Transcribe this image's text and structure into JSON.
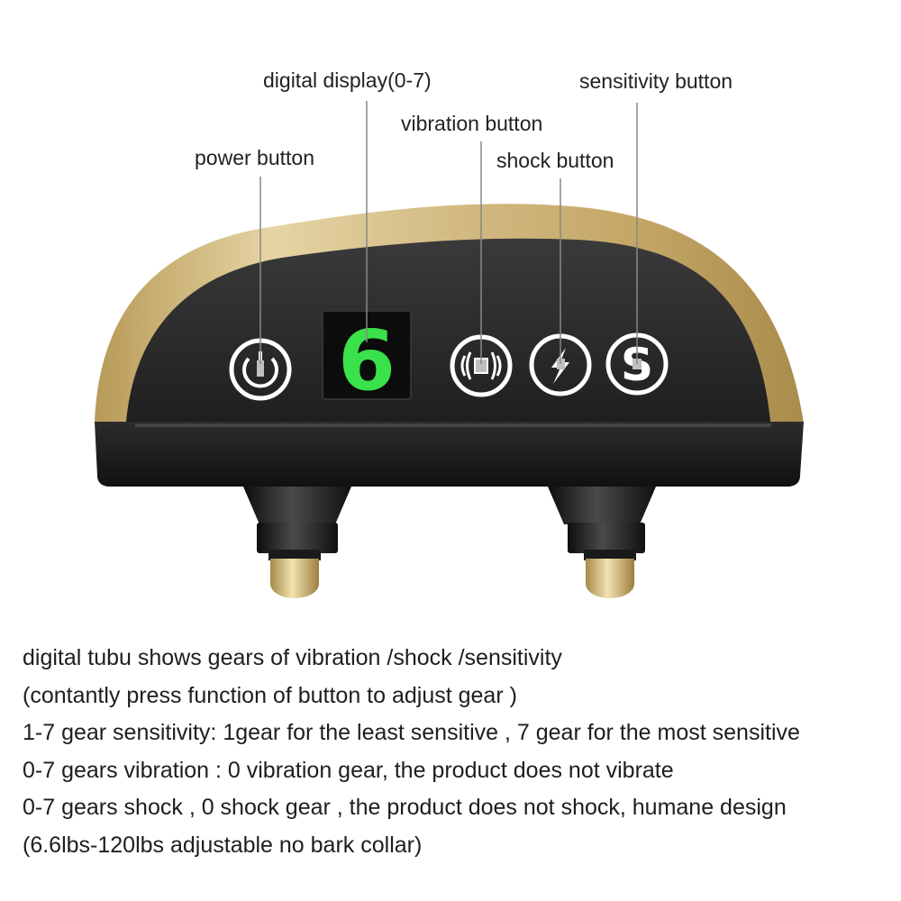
{
  "labels": {
    "digital_display": "digital display(0-7)",
    "sensitivity_button": "sensitivity button",
    "vibration_button": "vibration button",
    "power_button": "power button",
    "shock_button": "shock button"
  },
  "display": {
    "value": "6",
    "color": "#39e24a"
  },
  "icons": {
    "power": "power-icon",
    "vibration": "vibration-icon",
    "shock": "lightning-icon",
    "sensitivity": "s-letter-icon"
  },
  "colors": {
    "gold_shell": "#c9ad6c",
    "face": "#2b2b2b",
    "base": "#1c1c1c",
    "probe_tip": "#d9c07d"
  },
  "description": [
    "digital tubu shows gears of vibration /shock /sensitivity",
    "(contantly press function of button to adjust gear )",
    "1-7 gear sensitivity: 1gear for the least sensitive , 7 gear for the most sensitive",
    "0-7 gears vibration : 0 vibration gear, the product does not vibrate",
    "0-7 gears shock , 0 shock gear , the product does not shock, humane design",
    "(6.6lbs-120lbs  adjustable no bark collar)"
  ]
}
